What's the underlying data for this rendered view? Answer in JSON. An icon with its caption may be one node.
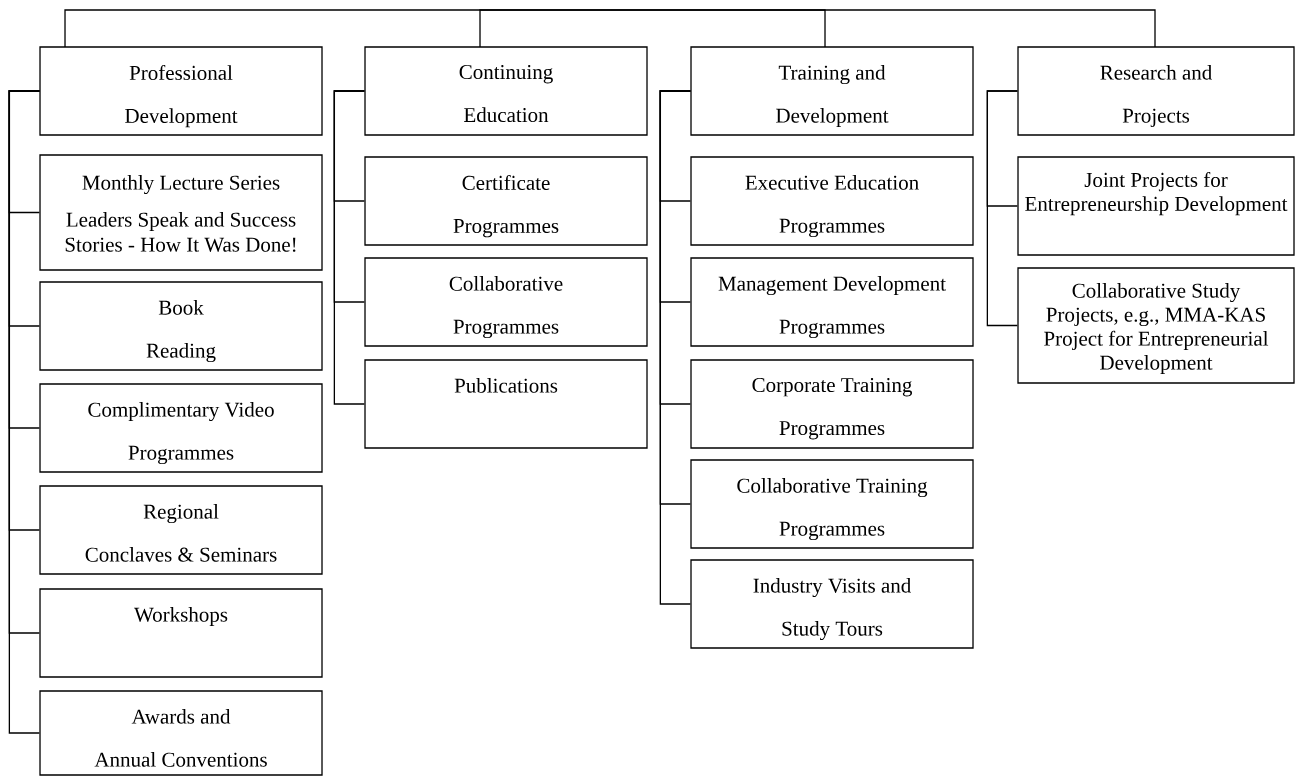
{
  "diagram": {
    "nodes": [
      {
        "text": [
          "Professional Development"
        ]
      },
      {
        "text": [
          "Monthly Lecture Series",
          "Leaders Speak and Success Stories - How It Was Done!"
        ]
      },
      {
        "text": [
          "Book Reading"
        ]
      },
      {
        "text": [
          "Complimentary Video Programmes"
        ]
      },
      {
        "text": [
          "Regional Conclaves & Seminars"
        ]
      },
      {
        "text": [
          "Workshops"
        ]
      },
      {
        "text": [
          "Awards and Annual Conventions"
        ]
      },
      {
        "text": [
          "Continuing Education"
        ]
      },
      {
        "text": [
          "Certificate Programmes"
        ]
      },
      {
        "text": [
          "Collaborative Programmes"
        ]
      },
      {
        "text": [
          "Publications"
        ]
      },
      {
        "text": [
          "Training and Development"
        ]
      },
      {
        "text": [
          "Executive Education Programmes"
        ]
      },
      {
        "text": [
          "Management Development Programmes"
        ]
      },
      {
        "text": [
          "Corporate Training Programmes"
        ]
      },
      {
        "text": [
          "Collaborative Training Programmes"
        ]
      },
      {
        "text": [
          "Industry Visits and Study Tours"
        ]
      },
      {
        "text": [
          "Research and Projects"
        ]
      },
      {
        "text": [
          "Joint Projects for Entrepreneurship Development"
        ]
      },
      {
        "text": [
          "Collaborative Study Projects, e.g., MMA-KAS Project for Entrepreneurial Development"
        ]
      }
    ],
    "edges": [
      {
        "from": null,
        "to": 0,
        "arrow": "none"
      },
      {
        "from": null,
        "to": 7,
        "arrow": "none"
      },
      {
        "from": null,
        "to": 11,
        "arrow": "none"
      },
      {
        "from": null,
        "to": 17,
        "arrow": "none"
      },
      {
        "from": 0,
        "to": 1,
        "arrow": "none"
      },
      {
        "from": 0,
        "to": 2,
        "arrow": "none"
      },
      {
        "from": 0,
        "to": 3,
        "arrow": "none"
      },
      {
        "from": 0,
        "to": 4,
        "arrow": "none"
      },
      {
        "from": 0,
        "to": 5,
        "arrow": "none"
      },
      {
        "from": 0,
        "to": 6,
        "arrow": "none"
      },
      {
        "from": 7,
        "to": 8,
        "arrow": "none"
      },
      {
        "from": 7,
        "to": 9,
        "arrow": "none"
      },
      {
        "from": 7,
        "to": 10,
        "arrow": "none"
      },
      {
        "from": 11,
        "to": 12,
        "arrow": "none"
      },
      {
        "from": 11,
        "to": 13,
        "arrow": "none"
      },
      {
        "from": 11,
        "to": 14,
        "arrow": "none"
      },
      {
        "from": 11,
        "to": 15,
        "arrow": "none"
      },
      {
        "from": 11,
        "to": 16,
        "arrow": "none"
      },
      {
        "from": 17,
        "to": 18,
        "arrow": "none"
      },
      {
        "from": 17,
        "to": 19,
        "arrow": "none"
      }
    ]
  }
}
